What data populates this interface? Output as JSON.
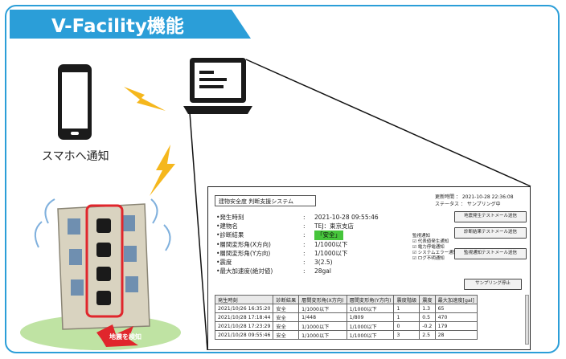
{
  "header": {
    "title": "V-Facility機能"
  },
  "phone": {
    "label": "スマホへ通知"
  },
  "building": {
    "alert_label": "地震を検知"
  },
  "colors": {
    "accent": "#2b9ed8",
    "lightning": "#f5b71d",
    "alert_red": "#e0262c",
    "safe_green": "#46c53b"
  },
  "screen": {
    "system_title": "建物安全度 判断支援システム",
    "meta": {
      "time_label": "更新時間",
      "time_value": "2021-10-28 22:36:08",
      "status_label": "ステータス",
      "status_value": "サンプリング中"
    },
    "fields": [
      {
        "label": "•発生時刻",
        "value": "2021-10-28 09:55:46"
      },
      {
        "label": "•建物名",
        "value": "TEJ：東京支店"
      },
      {
        "label": "•診断結果",
        "value": "「安全」"
      },
      {
        "label": "•層間変形角(X方向)",
        "value": "1/1000以下"
      },
      {
        "label": "•層間変形角(Y方向)",
        "value": "1/1000以下"
      },
      {
        "label": "•震度",
        "value": "3(2.5)"
      },
      {
        "label": "•最大加速度(絶対値)",
        "value": "28gal"
      }
    ],
    "monitor": {
      "title": "監視通知",
      "items": [
        "代表値発生通知",
        "電力停電通知",
        "システムエラー通知",
        "ログ不明通知"
      ]
    },
    "buttons": {
      "b1": "地震発生テストメール送信",
      "b2": "診断結果テストメール送信",
      "b3": "監視通知テストメール送信",
      "b4": "サンプリング停止"
    },
    "table": {
      "headers": [
        "発生時刻",
        "診断結果",
        "層間変形角(X方向)",
        "層間変形角(Y方向)",
        "震度階級",
        "震度",
        "最大加速度[gal]"
      ],
      "rows": [
        [
          "2021/10/26 16:35:20",
          "安全",
          "1/1000以下",
          "1/1000以下",
          "1",
          "1.3",
          "65"
        ],
        [
          "2021/10/28 17:18:44",
          "安全",
          "1/448",
          "1/809",
          "1",
          "0.5",
          "470"
        ],
        [
          "2021/10/28 17:23:29",
          "安全",
          "1/1000以下",
          "1/1000以下",
          "0",
          "-0.2",
          "179"
        ],
        [
          "2021/10/28 09:55:46",
          "安全",
          "1/1000以下",
          "1/1000以下",
          "3",
          "2.5",
          "28"
        ]
      ]
    }
  }
}
